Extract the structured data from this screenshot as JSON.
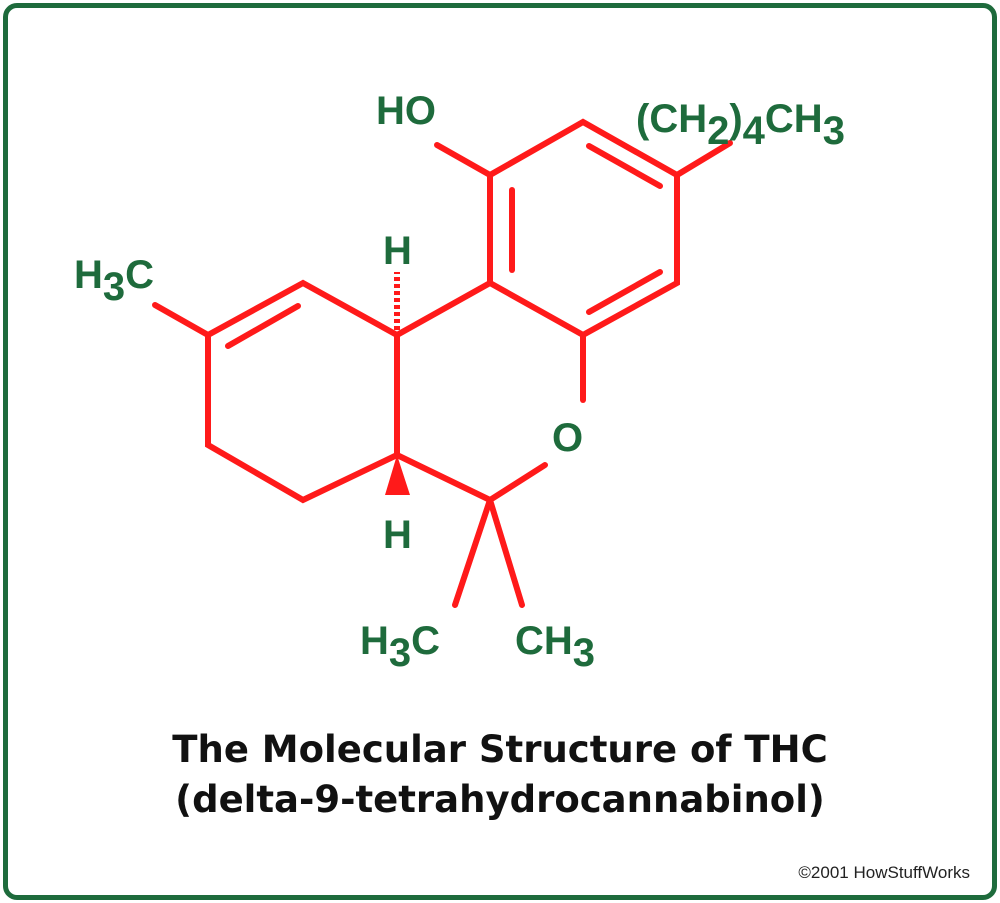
{
  "labels": {
    "ho": "HO",
    "pentyl": {
      "a": "(CH",
      "b": "2",
      "c": ")",
      "d": "4",
      "e": "CH",
      "f": "3"
    },
    "h3c_ring": {
      "a": "H",
      "b": "3",
      "c": "C"
    },
    "h_top": "H",
    "h_bottom": "H",
    "oxygen": "O",
    "h3c_bottom": {
      "a": "H",
      "b": "3",
      "c": "C"
    },
    "ch3_bottom": {
      "a": "CH",
      "b": "3"
    }
  },
  "title": "The Molecular Structure of THC",
  "subtitle": "(delta-9-tetrahydrocannabinol)",
  "copyright": "©2001 HowStuffWorks",
  "colors": {
    "bonds": "#ff1a1a",
    "atoms": "#1e6b3c",
    "border": "#1e6b3c"
  }
}
